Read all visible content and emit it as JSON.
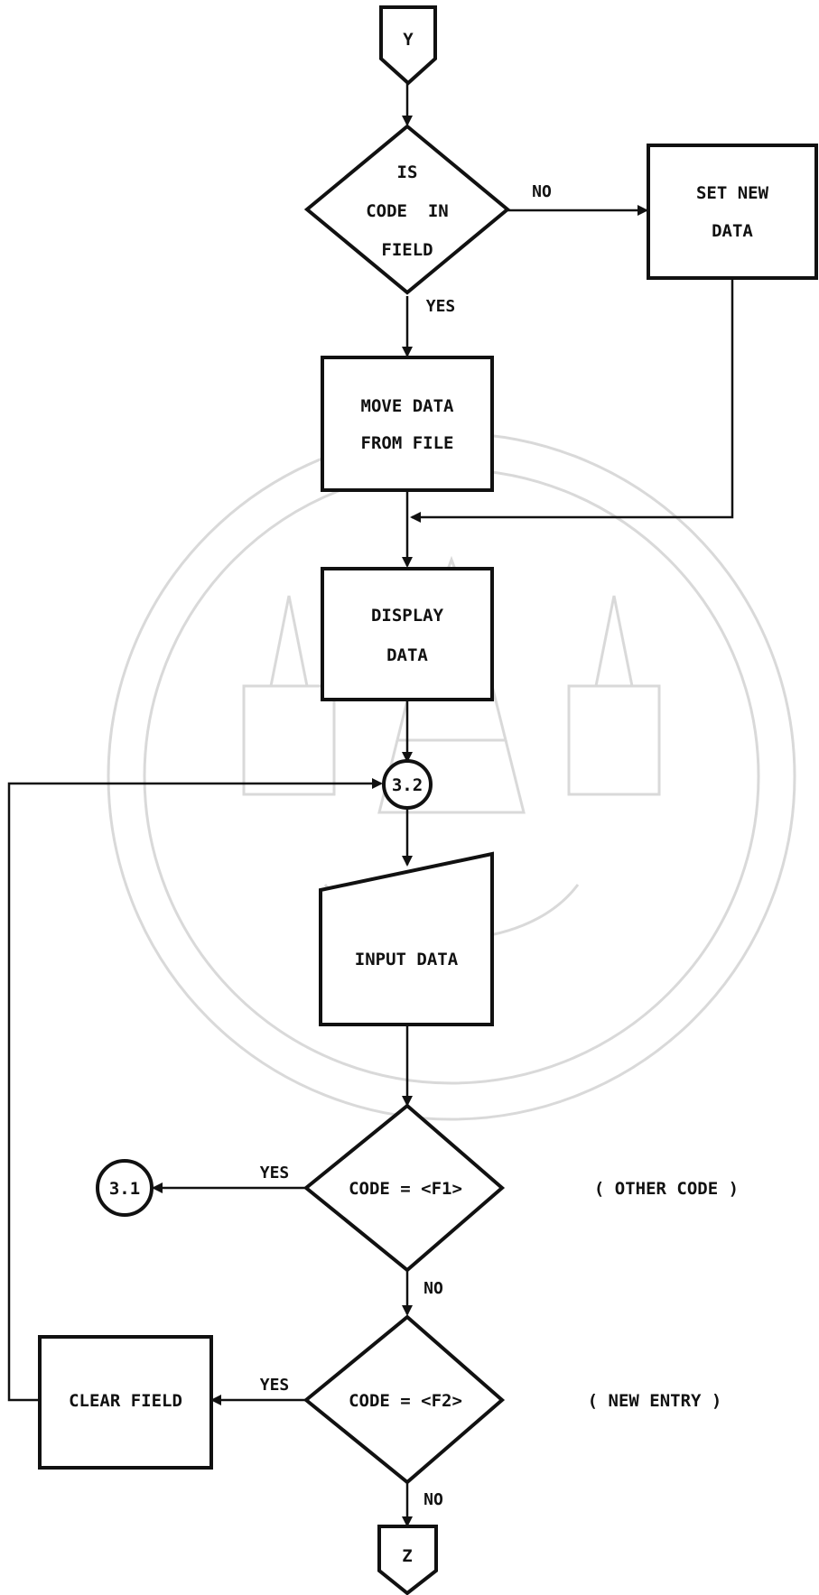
{
  "nodes": {
    "connector_y": "Y",
    "decision_code_in_field": [
      "IS",
      "CODE  IN",
      "FIELD"
    ],
    "process_set_new_data": [
      "SET NEW",
      "DATA"
    ],
    "process_move_data": [
      "MOVE DATA",
      "FROM FILE"
    ],
    "process_display_data": [
      "DISPLAY",
      "DATA"
    ],
    "connector_3_2": "3.2",
    "input_data": "INPUT DATA",
    "decision_code_f1": "CODE = <F1>",
    "connector_3_1": "3.1",
    "decision_code_f2": "CODE = <F2>",
    "process_clear_field": "CLEAR FIELD",
    "connector_z": "Z"
  },
  "edges": {
    "no_1": "NO",
    "yes_1": "YES",
    "yes_f1": "YES",
    "no_f1": "NO",
    "yes_f2": "YES",
    "no_f2": "NO"
  },
  "notes": {
    "other_code": "( OTHER CODE )",
    "new_entry": "( NEW ENTRY )"
  },
  "colors": {
    "ink": "#111111",
    "watermark": "#d9d9d9"
  }
}
